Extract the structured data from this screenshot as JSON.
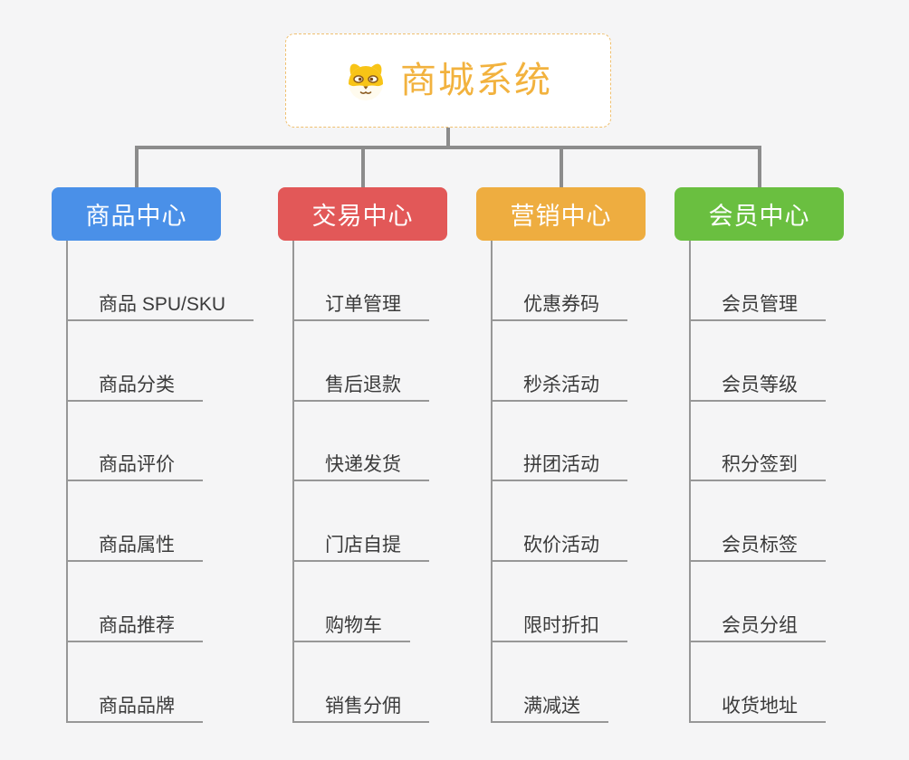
{
  "root": {
    "title": "商城系统",
    "icon": "dog-face-icon",
    "title_color": "#f2b23e",
    "border_color": "#f0c070"
  },
  "connector_colors": {
    "tree": "#8c8c8c",
    "leaf": "#979797"
  },
  "branches": [
    {
      "label": "商品中心",
      "color": "#4a90e8",
      "children": [
        "商品 SPU/SKU",
        "商品分类",
        "商品评价",
        "商品属性",
        "商品推荐",
        "商品品牌"
      ]
    },
    {
      "label": "交易中心",
      "color": "#e25858",
      "children": [
        "订单管理",
        "售后退款",
        "快递发货",
        "门店自提",
        "购物车",
        "销售分佣"
      ]
    },
    {
      "label": "营销中心",
      "color": "#eead40",
      "children": [
        "优惠券码",
        "秒杀活动",
        "拼团活动",
        "砍价活动",
        "限时折扣",
        "满减送"
      ]
    },
    {
      "label": "会员中心",
      "color": "#6abf40",
      "children": [
        "会员管理",
        "会员等级",
        "积分签到",
        "会员标签",
        "会员分组",
        "收货地址"
      ]
    }
  ]
}
